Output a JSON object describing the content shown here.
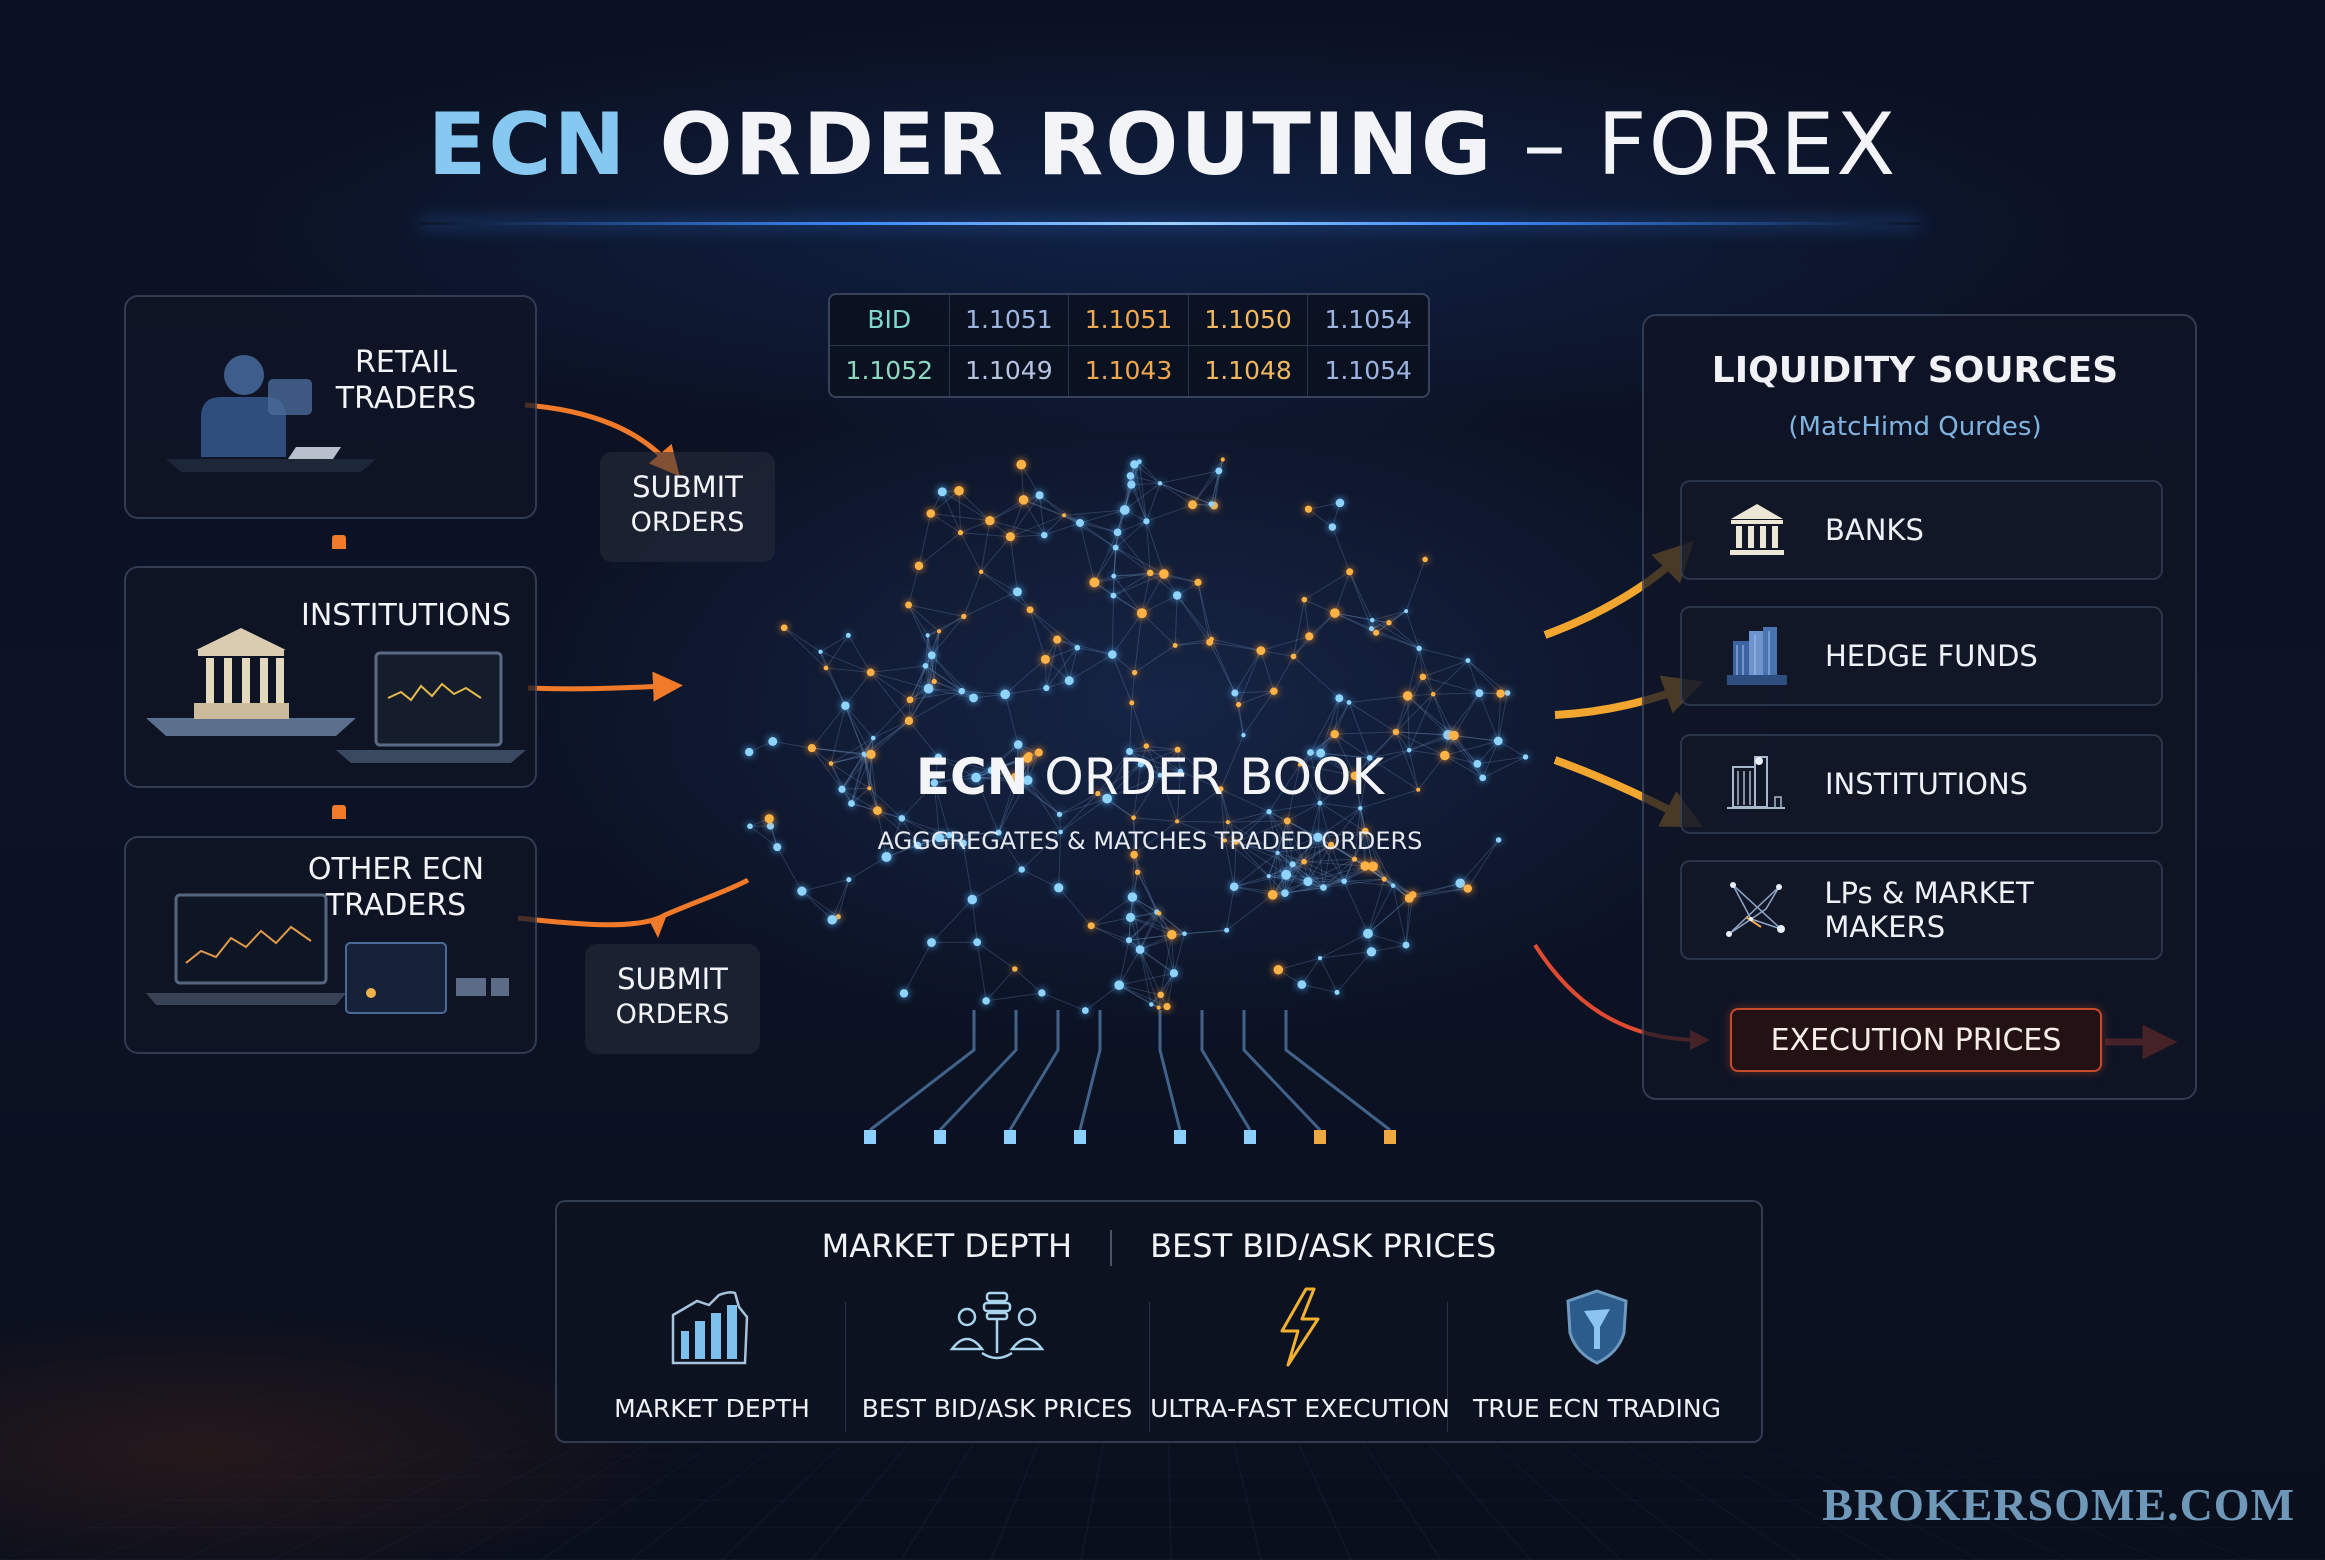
{
  "title": {
    "part_ecn": "ECN",
    "part_main": " ORDER ROUTING",
    "part_sub": " – FOREX"
  },
  "participants": [
    {
      "label_line1": "RETAIL",
      "label_line2": "TRADERS",
      "icon": "trader-at-desk-icon"
    },
    {
      "label_line1": "INSTITUTIONS",
      "label_line2": "",
      "icon": "bank-with-monitor-icon"
    },
    {
      "label_line1": "OTHER ECN",
      "label_line2": "TRADERS",
      "icon": "trading-terminal-icon"
    }
  ],
  "submit_labels": [
    {
      "line1": "SUBMIT",
      "line2": "ORDERS"
    },
    {
      "line1": "SUBMIT",
      "line2": "ORDERS"
    }
  ],
  "ticker": {
    "rows": [
      [
        "BID",
        "1.1051",
        "1.1051",
        "1.1050",
        "1.1054"
      ],
      [
        "1.1052",
        "1.1049",
        "1.1043",
        "1.1048",
        "1.1054"
      ]
    ],
    "colors": {
      "label": "#7fd8c8",
      "blue": "#9db4e0",
      "orange": "#f0a850",
      "green": "#8fd8c0"
    }
  },
  "order_book": {
    "title_bold": "ECN",
    "title_rest": " ORDER BOOK",
    "subtitle": "AGGGREGATES & MATCHES TRADED ORDERS"
  },
  "liquidity": {
    "title": "LIQUIDITY SOURCES",
    "subtitle": "(MatcHimd Qurdes)",
    "items": [
      {
        "label": "BANKS",
        "icon": "bank-icon"
      },
      {
        "label": "HEDGE FUNDS",
        "icon": "buildings-icon"
      },
      {
        "label": "INSTITUTIONS",
        "icon": "office-building-icon"
      },
      {
        "label": "LPs & MARKET MAKERS",
        "icon": "network-nodes-icon"
      }
    ]
  },
  "execution": {
    "label": "EXECUTION PRICES"
  },
  "bottom_panel": {
    "header_left": "MARKET DEPTH",
    "header_right": "BEST BID/ASK PRICES",
    "features": [
      {
        "label": "MARKET DEPTH",
        "icon": "bar-chart-icon"
      },
      {
        "label": "BEST BID/ASK PRICES",
        "icon": "scales-icon"
      },
      {
        "label": "ULTRA-FAST EXECUTION",
        "icon": "lightning-icon"
      },
      {
        "label": "TRUE ECN TRADING",
        "icon": "shield-icon"
      }
    ]
  },
  "watermark": "BROKERSOME.COM",
  "colors": {
    "accent_blue": "#86c8f0",
    "arrow_orange": "#f07a2a",
    "arrow_gold": "#f2a630",
    "exec_red": "#d84a2c",
    "background": "#0b1122"
  }
}
